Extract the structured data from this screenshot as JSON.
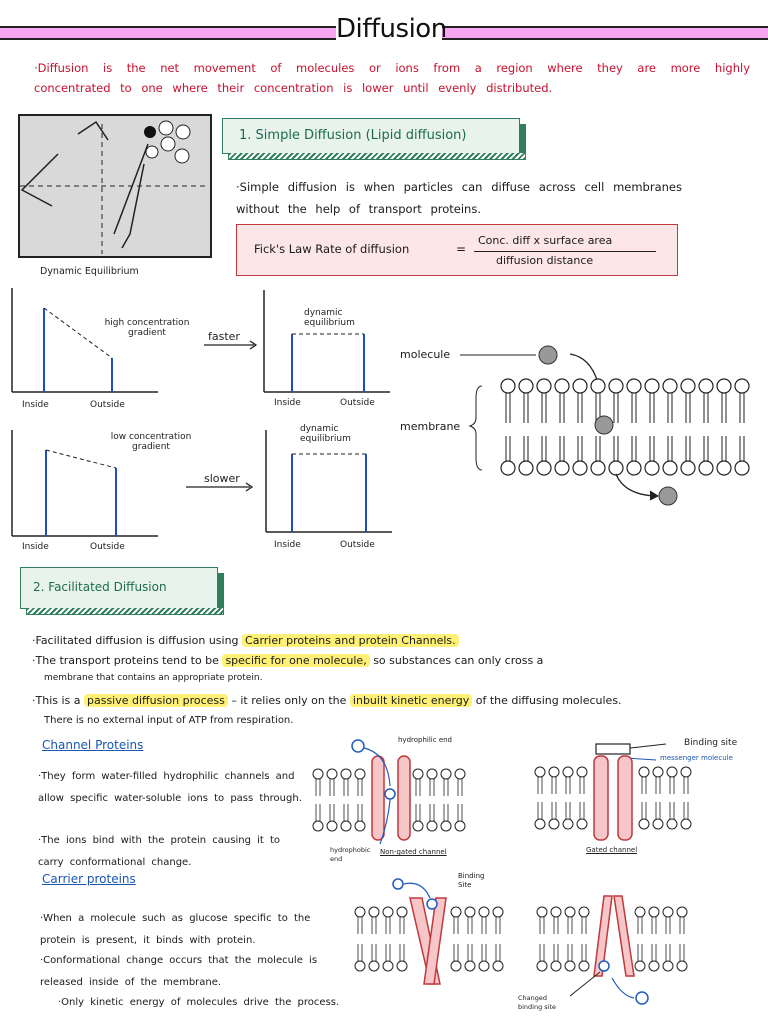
{
  "title": "Diffusion",
  "intro": "·Diffusion is the net movement of molecules or ions from a region where they are more highly concentrated to one where their concentration is lower until evenly distributed.",
  "dynamic_equilibrium_caption": "Dynamic Equilibrium",
  "simple_diffusion": {
    "heading": "1. Simple Diffusion (Lipid diffusion)",
    "text": "·Simple diffusion is when particles can diffuse across cell membranes without the help of transport proteins.",
    "fick_label": "Fick's Law Rate of diffusion",
    "fick_equals": "=",
    "fick_numerator": "Conc. diff x surface area",
    "fick_denominator": "diffusion distance"
  },
  "graphs": {
    "high_label": "high concentration gradient",
    "low_label": "low concentration gradient",
    "faster": "faster",
    "slower": "slower",
    "dynamic_label": "dynamic equilibrium",
    "inside": "Inside",
    "outside": "Outside"
  },
  "membrane_labels": {
    "molecule": "molecule",
    "membrane": "membrane"
  },
  "facilitated": {
    "heading": "2. Facilitated Diffusion",
    "b1_pre": "·Facilitated diffusion is diffusion using",
    "b1_hl": "Carrier proteins and protein Channels.",
    "b2_pre": "·The transport proteins tend to be",
    "b2_hl": "specific for one molecule,",
    "b2_post": "so substances can only cross a",
    "b2_line2": "membrane that contains an appropriate protein.",
    "b3_pre": "·This is a",
    "b3_hl1": "passive diffusion process",
    "b3_mid": "– it relies only on the",
    "b3_hl2": "inbuilt kinetic energy",
    "b3_post": "of the diffusing molecules.",
    "b3_line2": "There is no external input of ATP from respiration."
  },
  "channel": {
    "heading": "Channel Proteins",
    "p1": "·They form water-filled hydrophilic channels and allow specific water-soluble ions to pass through.",
    "p2": "·The ions bind with the protein causing it to carry conformational change.",
    "hydrophilic_end": "hydrophilic end",
    "hydrophobic_end": "hydrophobic end",
    "non_gated": "Non-gated channel",
    "gated": "Gated channel",
    "binding_site": "Binding site",
    "messenger": "messenger molecule"
  },
  "carrier": {
    "heading": "Carrier proteins",
    "p1": "·When a molecule such as glucose specific to the protein is present, it binds with protein.",
    "p2": "·Conformational change occurs that the molecule is released inside of the membrane.",
    "p3": "·Only kinetic energy of molecules drive the process.",
    "binding_site": "Binding Site",
    "changed_site": "Changed binding site"
  }
}
